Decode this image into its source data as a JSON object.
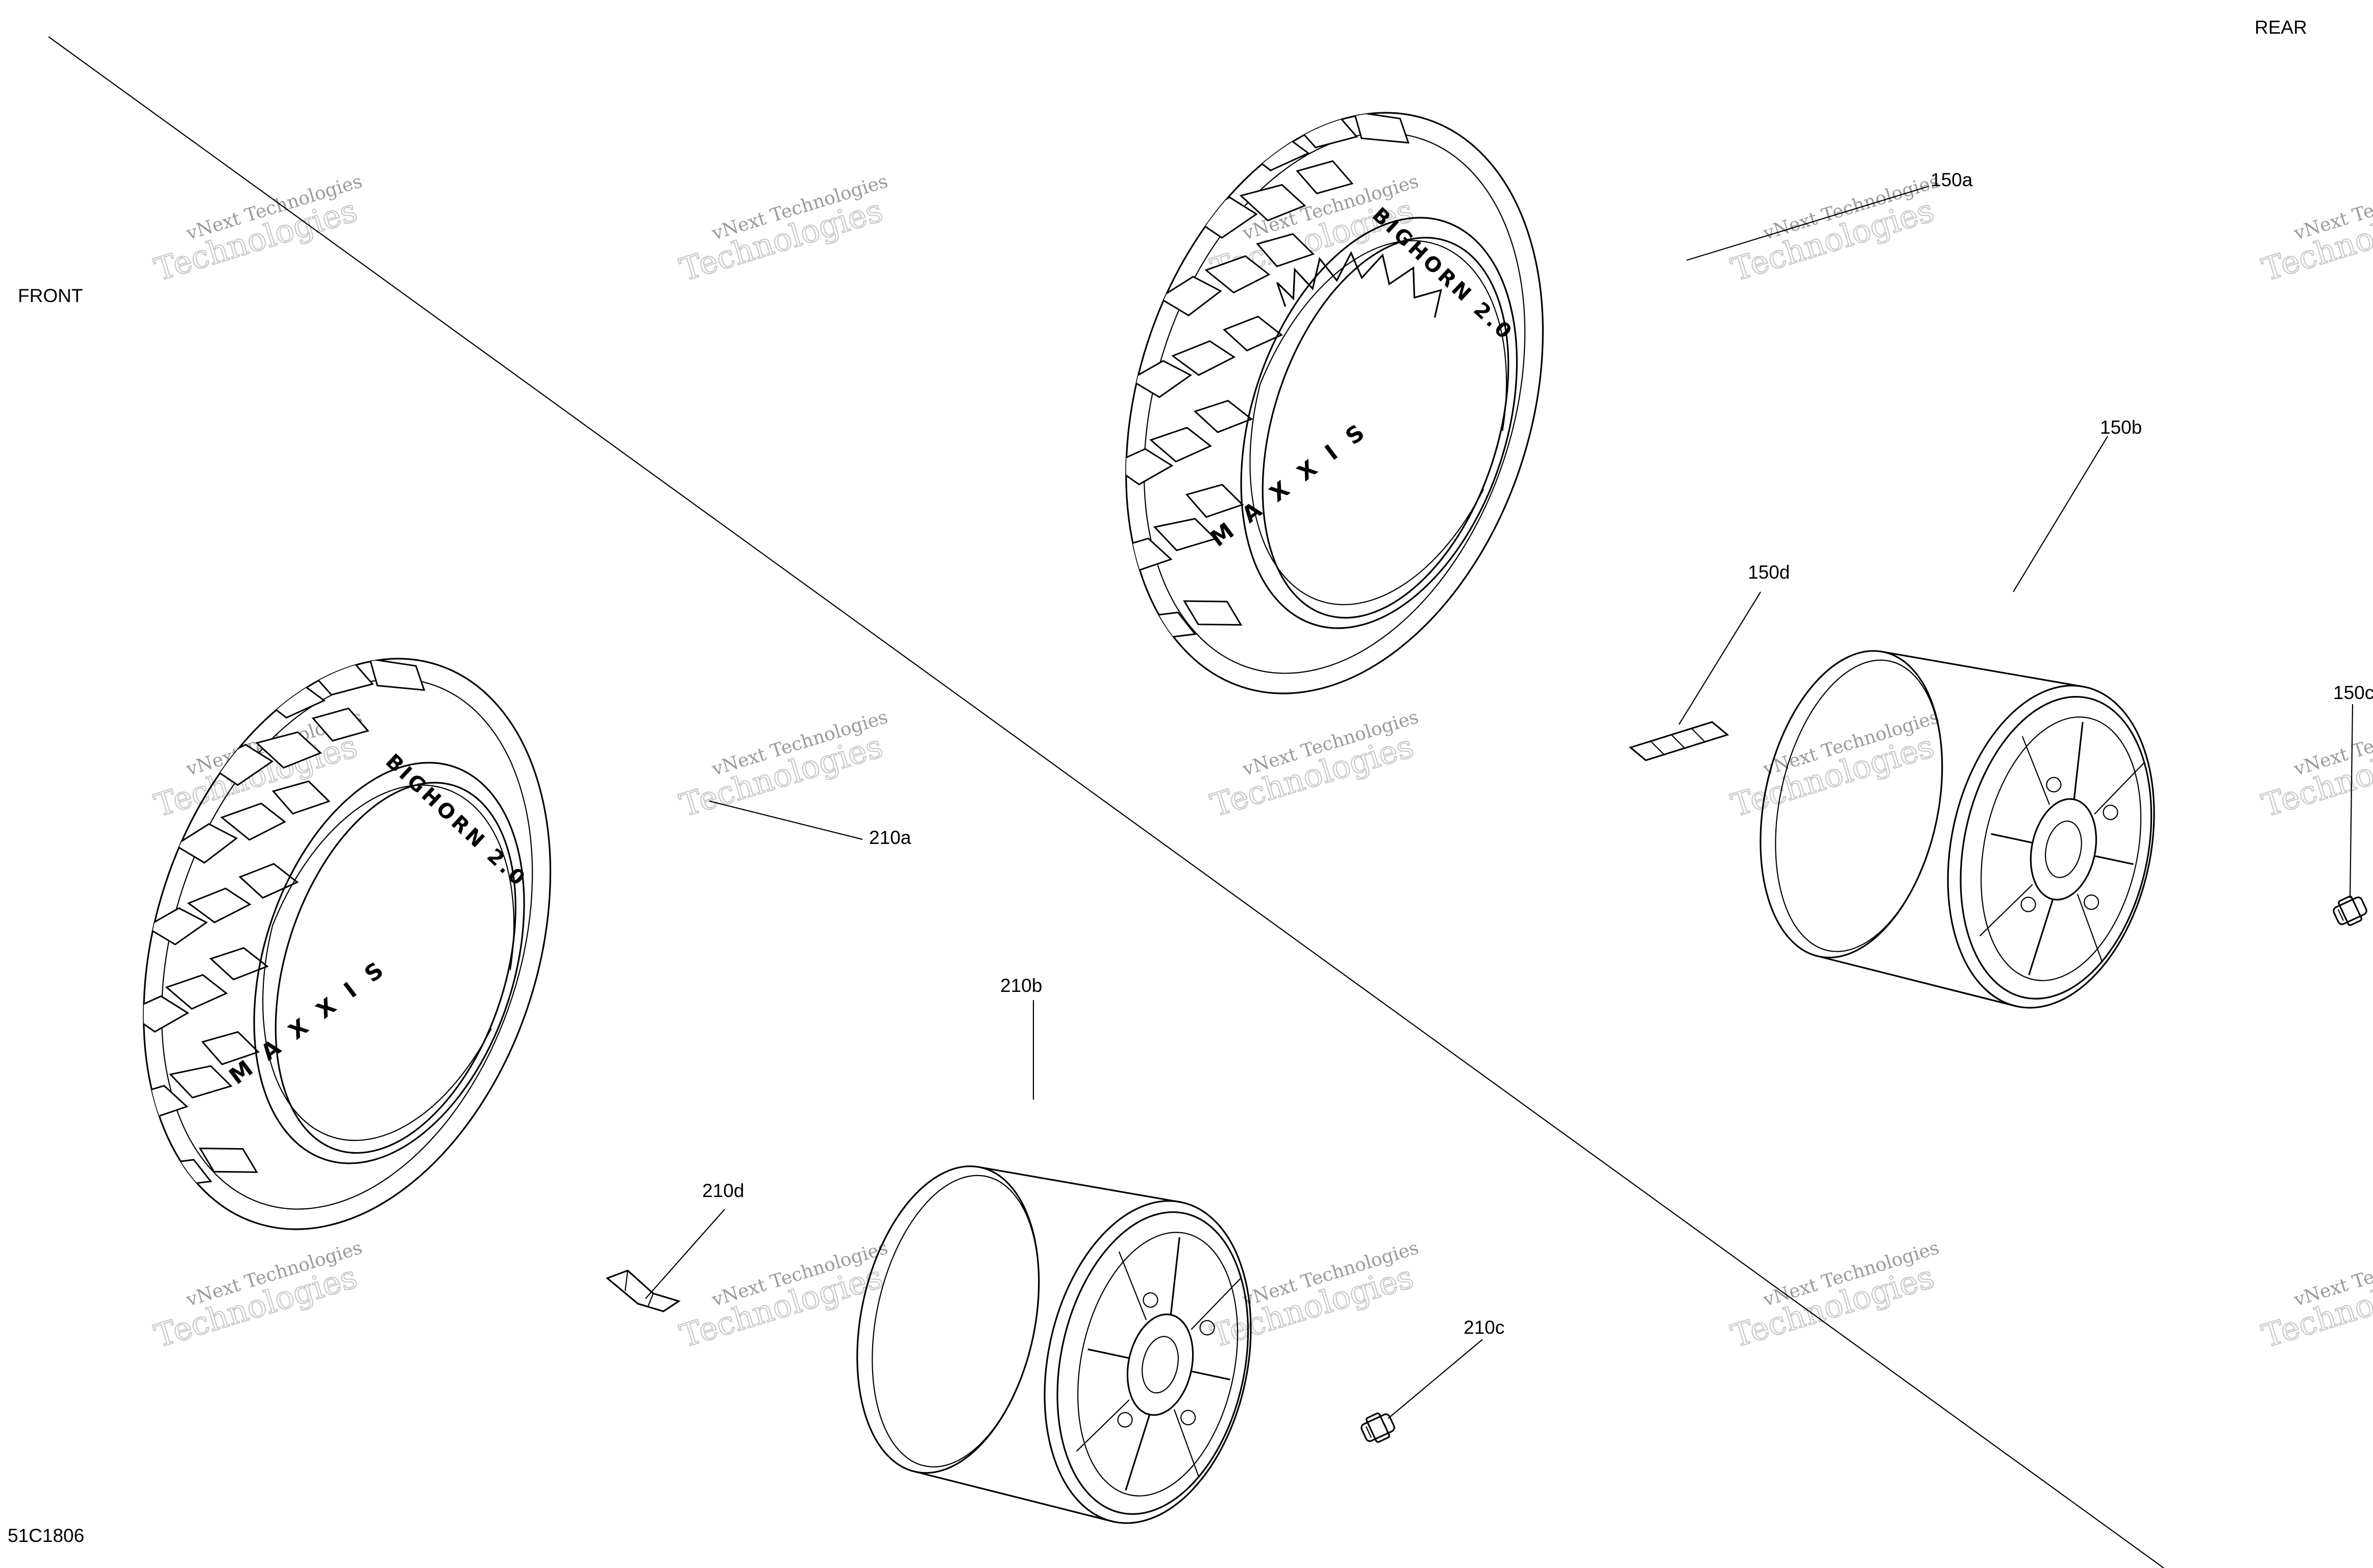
{
  "labels": {
    "front": "FRONT",
    "rear": "REAR",
    "diagram_code": "51C1806",
    "callouts": {
      "p150a": "150a",
      "p150b": "150b",
      "p150c": "150c",
      "p150d": "150d",
      "p210a": "210a",
      "p210b": "210b",
      "p210c": "210c",
      "p210d": "210d"
    }
  },
  "tire_sidewall": {
    "brand": "MAXXIS",
    "model": "BIGHORN 2.0"
  },
  "watermark": {
    "line1": "vNext Technologies",
    "line2": "Technologies"
  }
}
